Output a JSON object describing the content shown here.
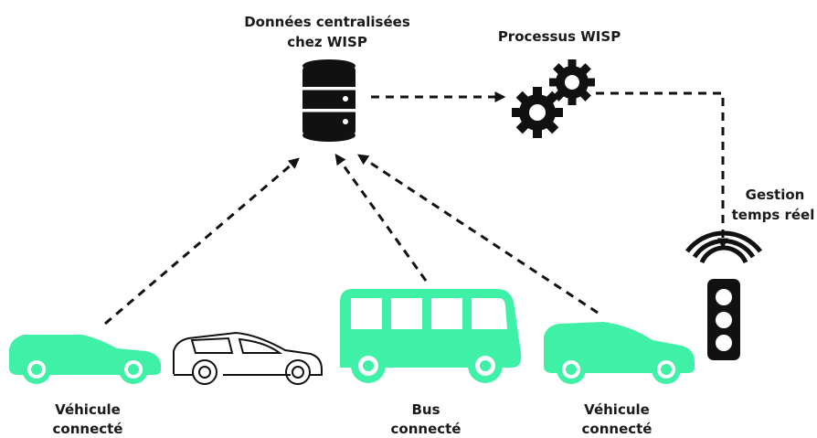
{
  "colors": {
    "accent": "#3ff0a7",
    "ink": "#111111"
  },
  "database": {
    "label_line1": "Données centralisées",
    "label_line2": "chez WISP",
    "icon": "database-icon"
  },
  "process": {
    "label": "Processus WISP",
    "icon": "gears-icon"
  },
  "realtime": {
    "label_line1": "Gestion",
    "label_line2": "temps réel",
    "icon": "traffic-light-icon"
  },
  "vehicles": [
    {
      "label_line1": "Véhicule",
      "label_line2": "connecté",
      "icon": "car-icon"
    },
    {
      "icon": "car-outline-icon"
    },
    {
      "label_line1": "Bus",
      "label_line2": "connecté",
      "icon": "bus-icon"
    },
    {
      "label_line1": "Véhicule",
      "label_line2": "connecté",
      "icon": "suv-icon"
    }
  ]
}
